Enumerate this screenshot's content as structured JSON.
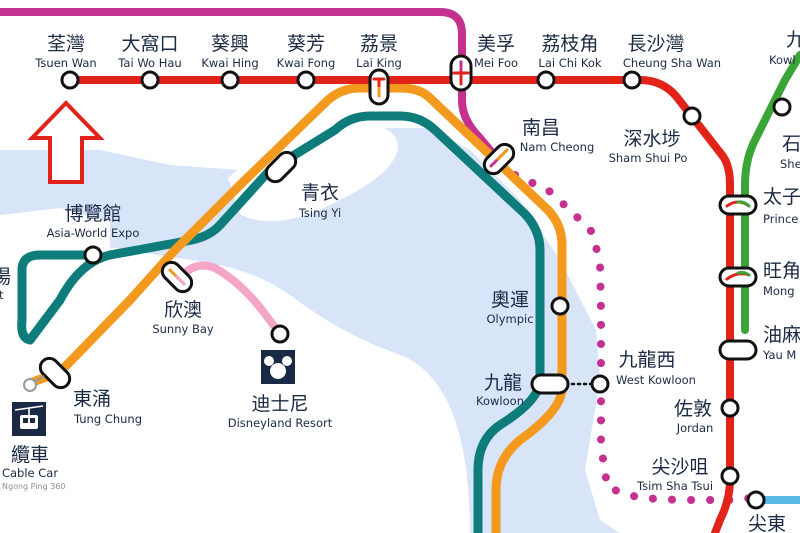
{
  "colors": {
    "water": "#d8e4f8",
    "land": "#ffffff",
    "tsuen_wan_line": "#e2231a",
    "tung_chung_line": "#f39a1e",
    "airport_express": "#0f7c7c",
    "tuen_ma_line": "#c4318f",
    "disneyland_line": "#f4a6c6",
    "kwun_tong_line": "#3aa536",
    "airport_line": "#59b8e6",
    "station_fill": "#ffffff",
    "station_stroke": "#111111",
    "label": "#1b2a44",
    "arrow": "#e2231a"
  },
  "icons": {
    "north_arrow": "outlined-up-arrow-icon",
    "cable_car": "cable-car-icon",
    "disneyland": "mickey-head-icon"
  },
  "stations": [
    {
      "id": "tsuen-wan",
      "zh": "荃灣",
      "en": "Tsuen Wan"
    },
    {
      "id": "tai-wo-hau",
      "zh": "大窩口",
      "en": "Tai Wo Hau"
    },
    {
      "id": "kwai-hing",
      "zh": "葵興",
      "en": "Kwai Hing"
    },
    {
      "id": "kwai-fong",
      "zh": "葵芳",
      "en": "Kwai Fong"
    },
    {
      "id": "lai-king",
      "zh": "荔景",
      "en": "Lai King"
    },
    {
      "id": "mei-foo",
      "zh": "美孚",
      "en": "Mei Foo"
    },
    {
      "id": "lai-chi-kok",
      "zh": "荔枝角",
      "en": "Lai Chi Kok"
    },
    {
      "id": "cheung-sha-wan",
      "zh": "長沙灣",
      "en": "Cheung Sha Wan"
    },
    {
      "id": "nam-cheong",
      "zh": "南昌",
      "en": "Nam Cheong"
    },
    {
      "id": "sham-shui-po",
      "zh": "深水埗",
      "en": "Sham Shui Po"
    },
    {
      "id": "tsing-yi",
      "zh": "青衣",
      "en": "Tsing Yi"
    },
    {
      "id": "asia-world-expo",
      "zh": "博覽館",
      "en": "Asia-World Expo"
    },
    {
      "id": "sunny-bay",
      "zh": "欣澳",
      "en": "Sunny Bay"
    },
    {
      "id": "disneyland-resort",
      "zh": "迪士尼",
      "en": "Disneyland Resort"
    },
    {
      "id": "tung-chung",
      "zh": "東涌",
      "en": "Tung Chung"
    },
    {
      "id": "cable-car",
      "zh": "纜車",
      "en": "Cable Car"
    },
    {
      "id": "olympic",
      "zh": "奧運",
      "en": "Olympic"
    },
    {
      "id": "kowloon",
      "zh": "九龍",
      "en": "Kowloon"
    },
    {
      "id": "west-kowloon",
      "zh": "九龍西",
      "en": "West Kowloon"
    },
    {
      "id": "jordan",
      "zh": "佐敦",
      "en": "Jordan"
    },
    {
      "id": "tsim-sha-tsui",
      "zh": "尖沙咀",
      "en": "Tsim Sha Tsui"
    },
    {
      "id": "prince-edward",
      "zh": "太子",
      "en": "Prince"
    },
    {
      "id": "mong-kok",
      "zh": "旺角",
      "en": "Mong"
    },
    {
      "id": "yau-ma-tei",
      "zh": "油麻",
      "en": "Yau M"
    },
    {
      "id": "shek-kip-mei",
      "zh": "石",
      "en": "She"
    },
    {
      "id": "kowloon-tong",
      "zh": "九",
      "en": "Kowl"
    },
    {
      "id": "east-tsim-sha-tsui",
      "zh": "尖東",
      "en": ""
    }
  ],
  "fragments": {
    "ngong_ping": "Ngong Ping 360",
    "left_zh": "場",
    "left_en": "t"
  }
}
